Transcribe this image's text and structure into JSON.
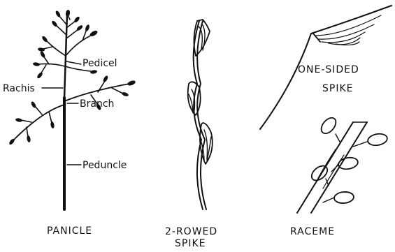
{
  "labels": {
    "panicle": {
      "pedicel": "Pedicel",
      "rachis": "Rachis",
      "branch": "Branch",
      "peduncle": "Peduncle",
      "caption": "PANICLE"
    },
    "two_rowed_spike": {
      "caption_line1": "2-ROWED",
      "caption_line2": "SPIKE"
    },
    "one_sided_spike": {
      "caption_line1": "ONE-SIDED",
      "caption_line2": "SPIKE"
    },
    "raceme": {
      "caption": "RACEME"
    }
  },
  "colors": {
    "ink": "#111111",
    "paper": "#ffffff"
  }
}
